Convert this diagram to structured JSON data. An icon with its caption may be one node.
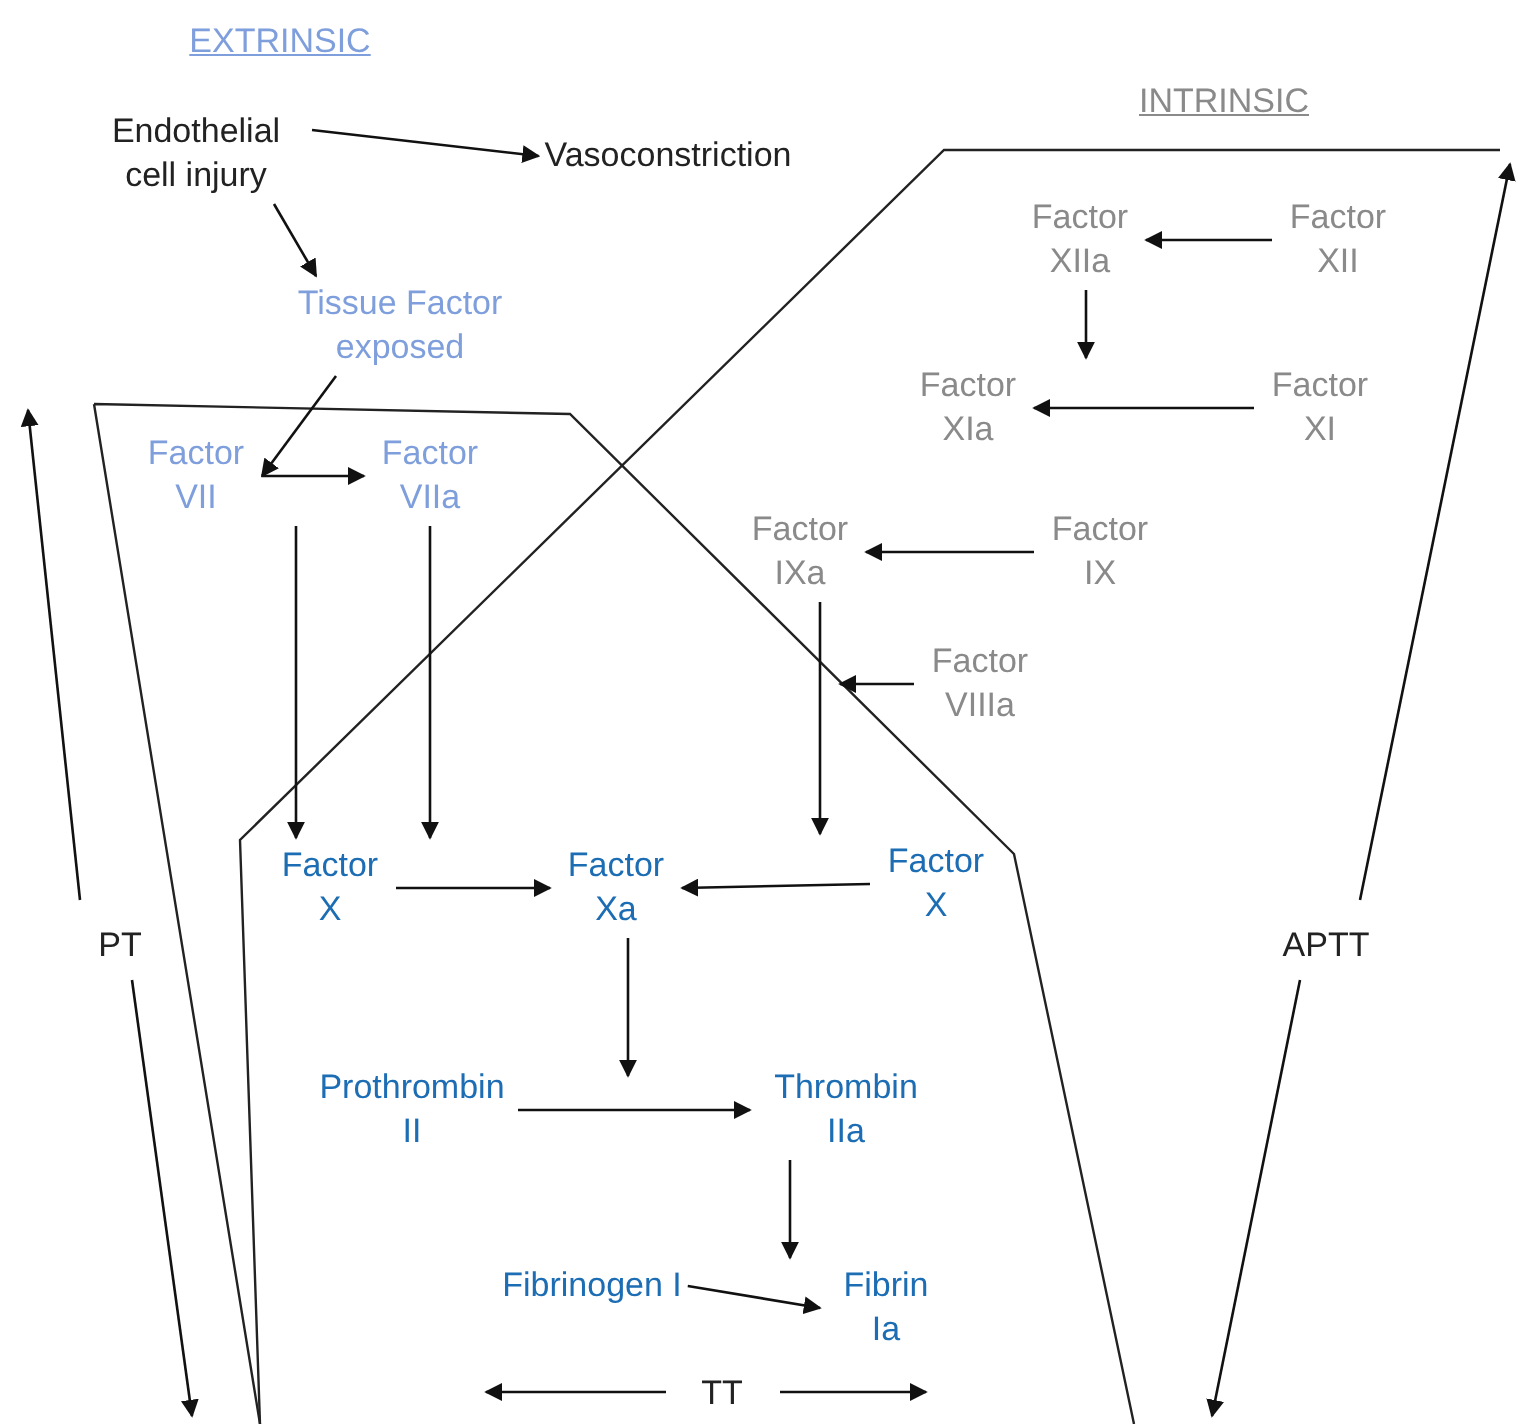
{
  "diagram": {
    "nodes": [
      {
        "text": [
          "Endothelial cell injury"
        ]
      },
      {
        "text": [
          "Vasoconstriction"
        ]
      },
      {
        "text": [
          "Tissue Factor exposed"
        ]
      },
      {
        "text": [
          "Factor VII"
        ]
      },
      {
        "text": [
          "Factor VIIa"
        ]
      },
      {
        "text": [
          "Factor XIIa"
        ]
      },
      {
        "text": [
          "Factor XII"
        ]
      },
      {
        "text": [
          "Factor XIa"
        ]
      },
      {
        "text": [
          "Factor XI"
        ]
      },
      {
        "text": [
          "Factor IXa"
        ]
      },
      {
        "text": [
          "Factor IX"
        ]
      },
      {
        "text": [
          "Factor VIIIa"
        ]
      },
      {
        "text": [
          "Factor X"
        ]
      },
      {
        "text": [
          "Factor Xa"
        ]
      },
      {
        "text": [
          "Factor X"
        ]
      },
      {
        "text": [
          "Prothrombin II"
        ]
      },
      {
        "text": [
          "Thrombin IIa"
        ]
      },
      {
        "text": [
          "Fibrinogen I"
        ]
      },
      {
        "text": [
          "Fibrin Ia"
        ]
      }
    ],
    "edges": [
      {
        "from": 0,
        "to": 1,
        "arrow": "to"
      },
      {
        "from": 0,
        "to": 2,
        "arrow": "to"
      },
      {
        "from": 2,
        "to": 3,
        "arrow": "to"
      },
      {
        "from": 3,
        "to": 4,
        "arrow": "to"
      },
      {
        "from": 3,
        "to": 12,
        "arrow": "to"
      },
      {
        "from": 4,
        "to": 12,
        "arrow": "to"
      },
      {
        "from": 6,
        "to": 5,
        "arrow": "to"
      },
      {
        "from": 5,
        "to": 7,
        "arrow": "to"
      },
      {
        "from": 8,
        "to": 7,
        "arrow": "to"
      },
      {
        "from": 10,
        "to": 9,
        "arrow": "to"
      },
      {
        "from": 11,
        "to": null,
        "arrow": "to"
      },
      {
        "from": 9,
        "to": 14,
        "arrow": "to"
      },
      {
        "from": 12,
        "to": 13,
        "arrow": "to"
      },
      {
        "from": 14,
        "to": 13,
        "arrow": "to"
      },
      {
        "from": 13,
        "to": null,
        "arrow": "to"
      },
      {
        "from": 15,
        "to": 16,
        "arrow": "to"
      },
      {
        "from": 16,
        "to": 18,
        "arrow": "to"
      },
      {
        "from": 17,
        "to": 18,
        "arrow": "to"
      }
    ],
    "labels": [
      "EXTRINSIC",
      "INTRINSIC",
      "PT",
      "APTT",
      "TT"
    ]
  }
}
